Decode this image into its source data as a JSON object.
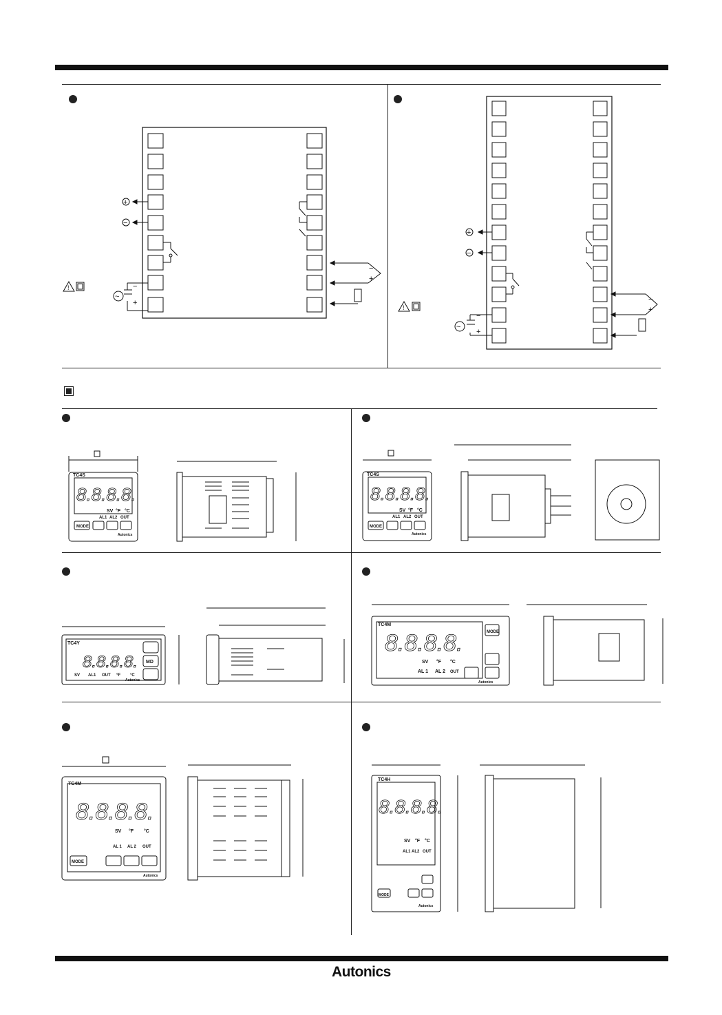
{
  "footer": {
    "brand": "Autonics"
  },
  "models": {
    "tc4s": "TC4S",
    "tc4sp": "TC4S",
    "tc4y": "TC4Y",
    "tc4m": "TC4M",
    "tc4h": "TC4H"
  },
  "panel": {
    "mode": "MODE",
    "sv": "SV",
    "al1": "AL1",
    "al2": "AL2",
    "al1_ck": "AL 1",
    "al2_ck": "AL 2",
    "out": "OUT",
    "deg_f": "°F",
    "deg_c": "°C",
    "md": "MD",
    "maker": "Autonics",
    "digits": "8.8.8.8."
  },
  "symbols": {
    "plus": "+",
    "minus": "−",
    "ac": "~",
    "warning": "!"
  },
  "colors": {
    "ink": "#111111",
    "background": "#ffffff"
  }
}
